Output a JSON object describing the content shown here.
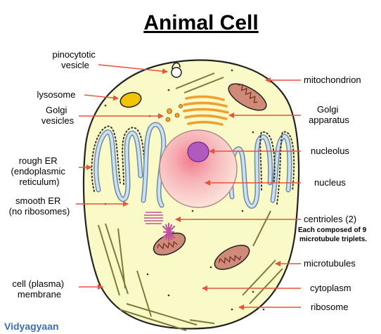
{
  "title": "Animal Cell",
  "labels": {
    "pinocytotic_vesicle": [
      "pinocytotic",
      "vesicle"
    ],
    "lysosome": "lysosome",
    "golgi_vesicles": [
      "Golgi",
      "vesicles"
    ],
    "rough_er": [
      "rough ER",
      "(endoplasmic",
      "reticulum)"
    ],
    "smooth_er": [
      "smooth ER",
      "(no ribosomes)"
    ],
    "cell_membrane": [
      "cell (plasma)",
      "membrane"
    ],
    "mitochondrion": "mitochondrion",
    "golgi_apparatus": [
      "Golgi",
      "apparatus"
    ],
    "nucleolus": "nucleolus",
    "nucleus": "nucleus",
    "centrioles": "centrioles (2)",
    "centrioles_note": [
      "Each composed of 9",
      "microtubule triplets."
    ],
    "microtubules": "microtubules",
    "cytoplasm": "cytoplasm",
    "ribosome": "ribosome"
  },
  "watermark": "Vidyagyaan",
  "colors": {
    "arrow": "#e8533a",
    "cytoplasm": "#fafac8",
    "membrane": "#222222",
    "nucleus": "#f3c6c6",
    "nucleolus": "#b05ac0",
    "golgi": "#f0a030",
    "lysosome": "#f2c400",
    "mitochondrion": "#d08a78",
    "er": "#6a8caa",
    "microtubule": "#7a7a3a",
    "watermark": "#3a6fb5"
  }
}
